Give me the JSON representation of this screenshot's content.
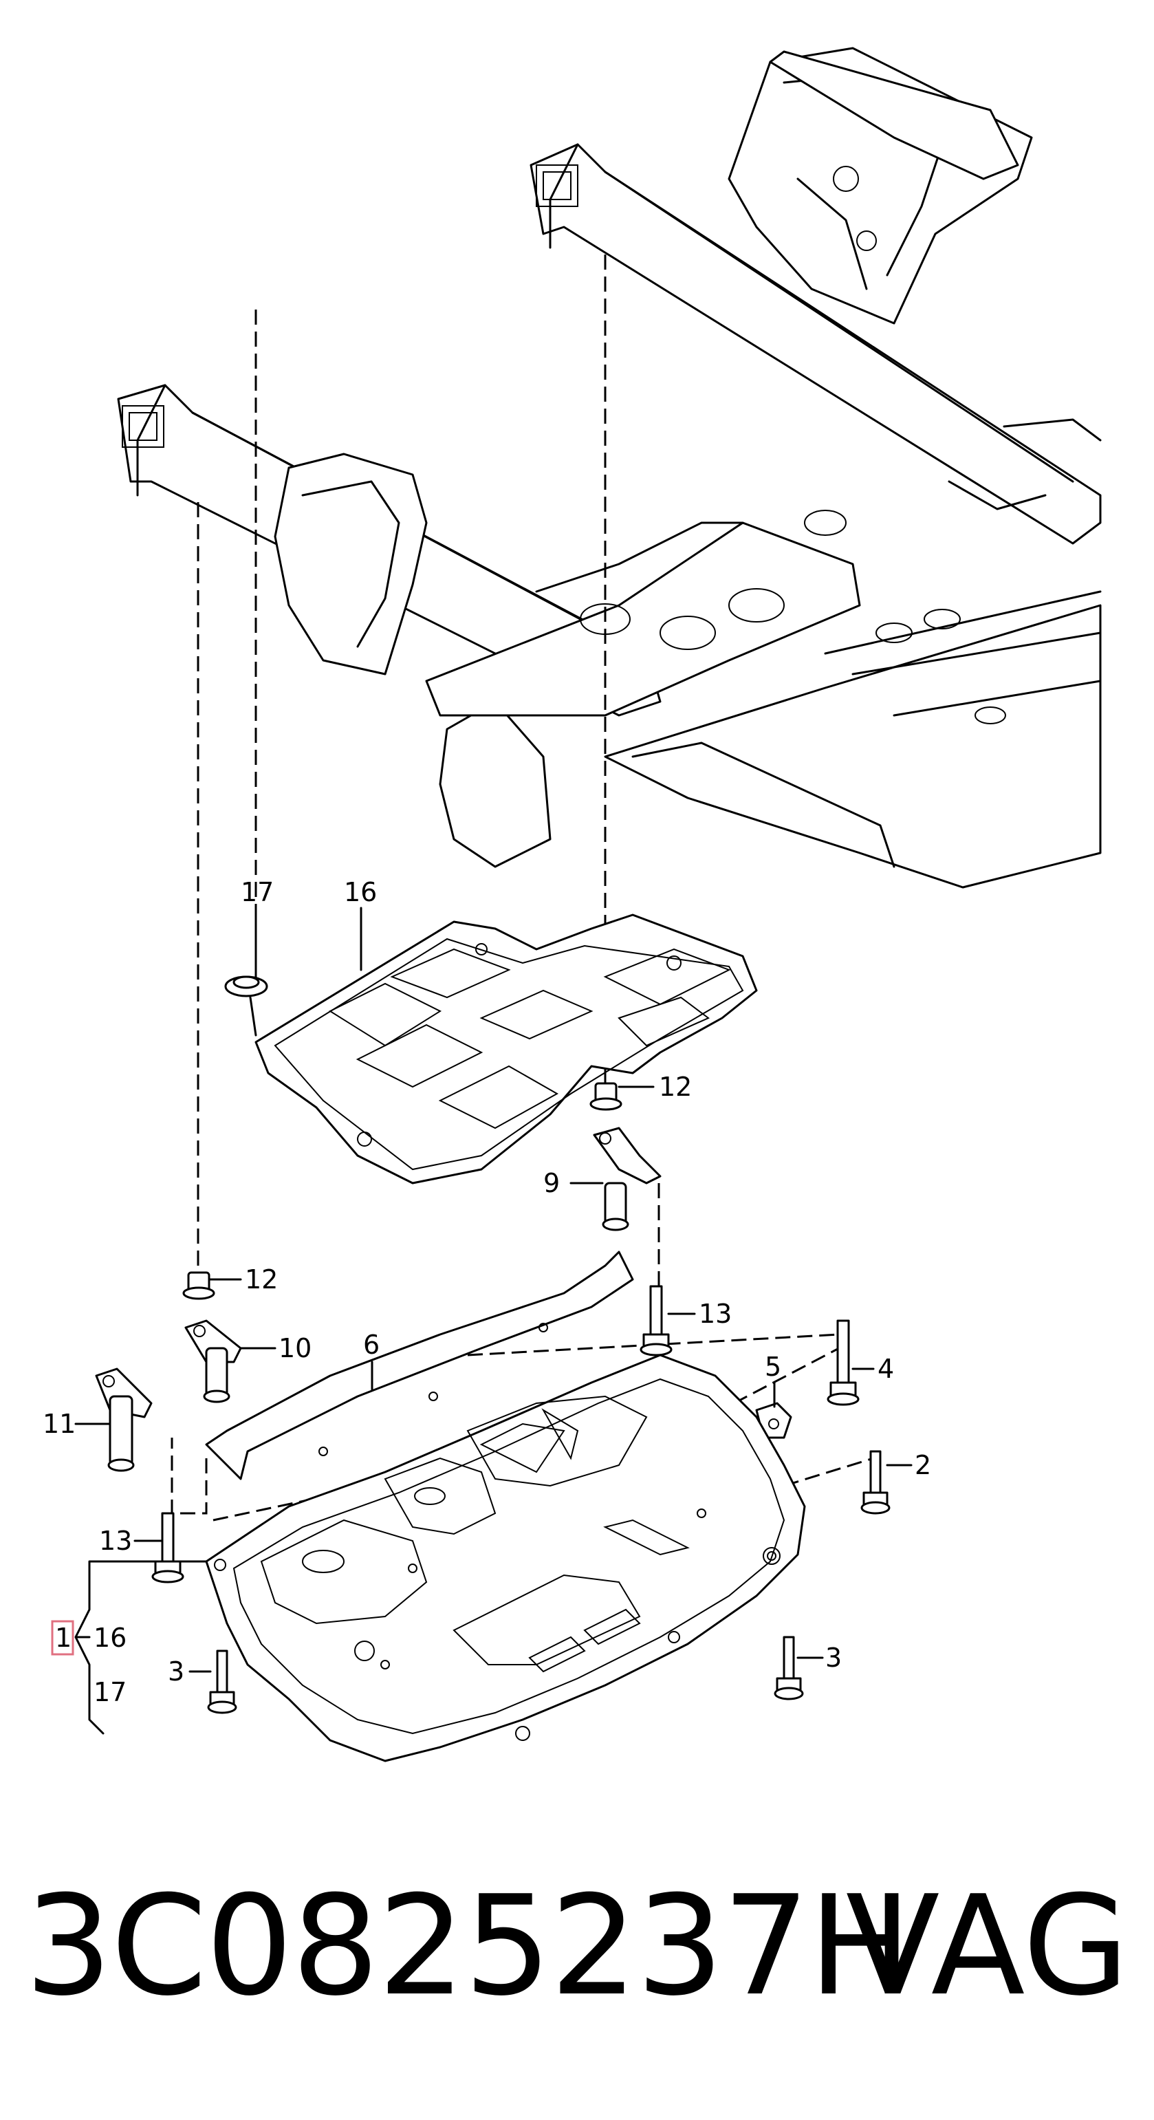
{
  "callouts": {
    "c1": "1",
    "c2": "2",
    "c3a": "3",
    "c3b": "3",
    "c4": "4",
    "c5": "5",
    "c6": "6",
    "c9": "9",
    "c10": "10",
    "c11": "11",
    "c12a": "12",
    "c12b": "12",
    "c13a": "13",
    "c13b": "13",
    "c16a": "16",
    "c16b": "16",
    "c17a": "17",
    "c17b": "17"
  },
  "caption": {
    "part_number": "3C0825237H",
    "brand": "VAG"
  },
  "colors": {
    "line": "#000000",
    "highlight_box": "#e07080"
  }
}
